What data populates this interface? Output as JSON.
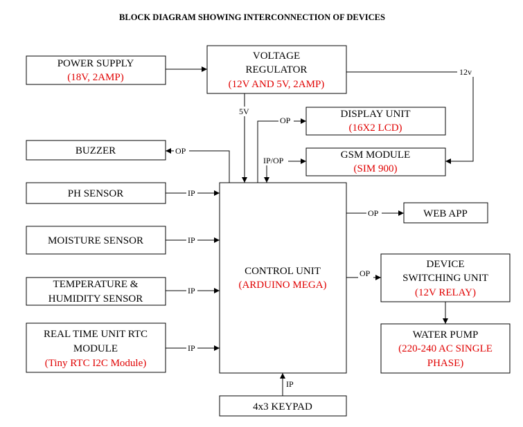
{
  "title": "BLOCK DIAGRAM SHOWING INTERCONNECTION OF DEVICES",
  "colors": {
    "text": "#000000",
    "spec_text": "#e00000",
    "line": "#000000"
  },
  "blocks": {
    "power_supply": {
      "name": "POWER SUPPLY",
      "spec": "(18V, 2AMP)"
    },
    "voltage_regulator": {
      "name_line1": "VOLTAGE",
      "name_line2": "REGULATOR",
      "spec": "(12V AND 5V, 2AMP)"
    },
    "display_unit": {
      "name": "DISPLAY UNIT",
      "spec": "(16X2 LCD)"
    },
    "gsm_module": {
      "name": "GSM MODULE",
      "spec": "(SIM 900)"
    },
    "buzzer": {
      "name": "BUZZER"
    },
    "ph_sensor": {
      "name": "PH SENSOR"
    },
    "moisture_sensor": {
      "name": "MOISTURE SENSOR"
    },
    "temperature_sensor": {
      "name_line1": "TEMPERATURE &",
      "name_line2": "HUMIDITY SENSOR"
    },
    "rtc_module": {
      "name_line1": "REAL TIME UNIT RTC",
      "name_line2": "MODULE",
      "spec": "(Tiny RTC I2C Module)"
    },
    "control_unit": {
      "name": "CONTROL UNIT",
      "spec": "(ARDUINO MEGA)"
    },
    "web_app": {
      "name": "WEB APP"
    },
    "device_switching": {
      "name_line1": "DEVICE",
      "name_line2": "SWITCHING UNIT",
      "spec": "(12V RELAY)"
    },
    "water_pump": {
      "name": "WATER PUMP",
      "spec_line1": "(220-240 AC SINGLE",
      "spec_line2": "PHASE)"
    },
    "keypad": {
      "name": "4x3 KEYPAD"
    }
  },
  "connection_labels": {
    "v12": "12v",
    "v5": "5V",
    "op": "OP",
    "ip": "IP",
    "ip_op": "IP/OP"
  }
}
